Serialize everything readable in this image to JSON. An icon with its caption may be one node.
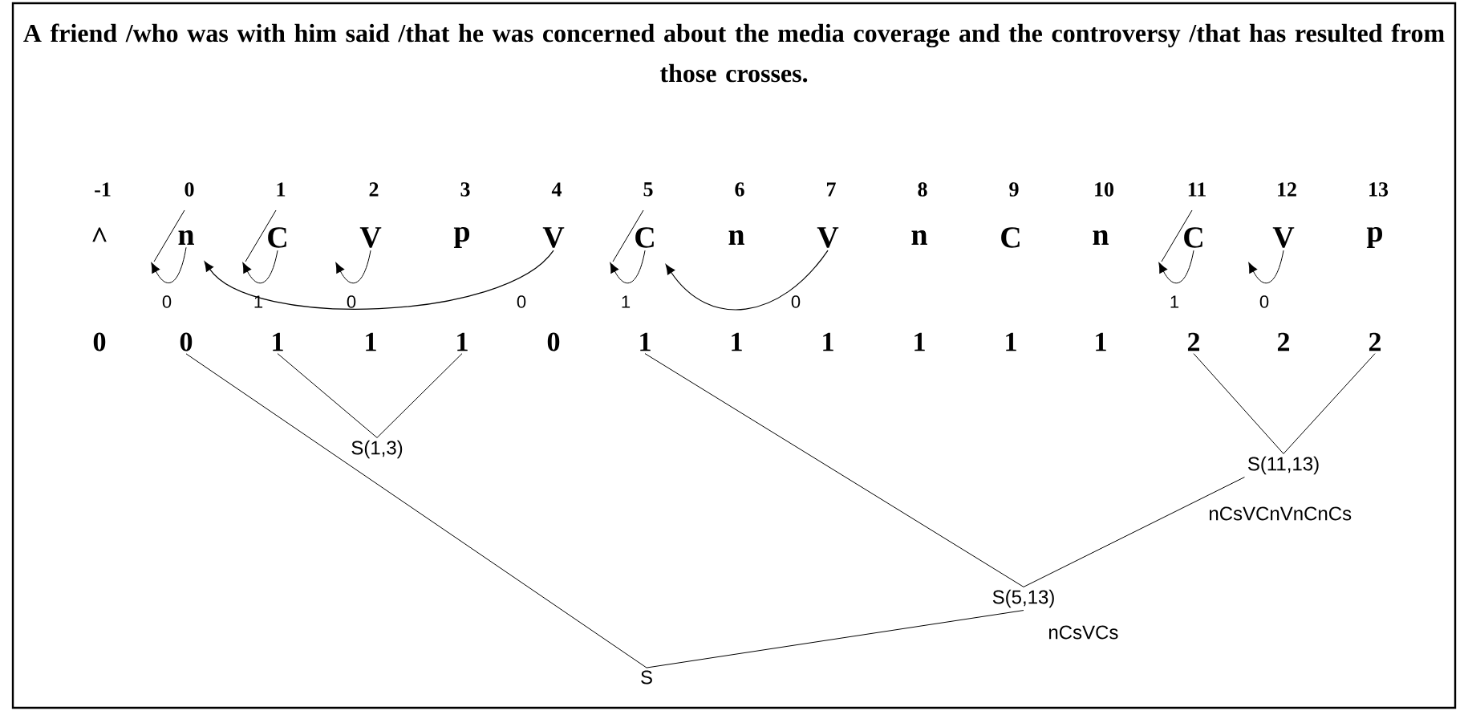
{
  "diagram": {
    "title": "A friend /who was with him said /that he was concerned about the media coverage and the controversy /that has resulted from those crosses.",
    "nodes": [
      {
        "text": [
          "^"
        ]
      },
      {
        "text": [
          "n"
        ]
      },
      {
        "text": [
          "C"
        ]
      },
      {
        "text": [
          "V"
        ]
      },
      {
        "text": [
          "p"
        ]
      },
      {
        "text": [
          "V"
        ]
      },
      {
        "text": [
          "C"
        ]
      },
      {
        "text": [
          "n"
        ]
      },
      {
        "text": [
          "V"
        ]
      },
      {
        "text": [
          "n"
        ]
      },
      {
        "text": [
          "C"
        ]
      },
      {
        "text": [
          "n"
        ]
      },
      {
        "text": [
          "C"
        ]
      },
      {
        "text": [
          "V"
        ]
      },
      {
        "text": [
          "p"
        ]
      },
      {
        "text": [
          "0"
        ]
      },
      {
        "text": [
          "0"
        ]
      },
      {
        "text": [
          "1"
        ]
      },
      {
        "text": [
          "1"
        ]
      },
      {
        "text": [
          "1"
        ]
      },
      {
        "text": [
          "0"
        ]
      },
      {
        "text": [
          "1"
        ]
      },
      {
        "text": [
          "1"
        ]
      },
      {
        "text": [
          "1"
        ]
      },
      {
        "text": [
          "1"
        ]
      },
      {
        "text": [
          "1"
        ]
      },
      {
        "text": [
          "1"
        ]
      },
      {
        "text": [
          "2"
        ]
      },
      {
        "text": [
          "2"
        ]
      },
      {
        "text": [
          "2"
        ]
      },
      {
        "text": [
          "S(1,3)"
        ]
      },
      {
        "text": [
          "S(11,13)"
        ],
        "beside": [
          "nCsVCnVnCnCs"
        ]
      },
      {
        "text": [
          "S(5,13)"
        ],
        "beside": [
          "nCsVCs"
        ]
      },
      {
        "text": [
          "S"
        ]
      }
    ],
    "edges": [
      {
        "from": 1,
        "to": null,
        "arrow": "to",
        "label": "0"
      },
      {
        "from": 2,
        "to": null,
        "arrow": "to",
        "label": "1"
      },
      {
        "from": 3,
        "to": null,
        "arrow": "to",
        "label": "0"
      },
      {
        "from": 5,
        "to": 1,
        "arrow": "to",
        "label": "0"
      },
      {
        "from": 6,
        "to": null,
        "arrow": "to",
        "label": "1"
      },
      {
        "from": 8,
        "to": 6,
        "arrow": "to",
        "label": "0"
      },
      {
        "from": 12,
        "to": null,
        "arrow": "to",
        "label": "1"
      },
      {
        "from": 13,
        "to": null,
        "arrow": "to",
        "label": "0"
      },
      {
        "from": 17,
        "to": 30,
        "arrow": "none"
      },
      {
        "from": 19,
        "to": 30,
        "arrow": "none"
      },
      {
        "from": 27,
        "to": 31,
        "arrow": "none"
      },
      {
        "from": 29,
        "to": 31,
        "arrow": "none"
      },
      {
        "from": 21,
        "to": 32,
        "arrow": "none"
      },
      {
        "from": 31,
        "to": 32,
        "arrow": "none"
      },
      {
        "from": 16,
        "to": 33,
        "arrow": "none"
      },
      {
        "from": 32,
        "to": 33,
        "arrow": "none"
      }
    ],
    "labels": [
      "-1",
      "0",
      "1",
      "2",
      "3",
      "4",
      "5",
      "6",
      "7",
      "8",
      "9",
      "10",
      "11",
      "12",
      "13"
    ]
  }
}
